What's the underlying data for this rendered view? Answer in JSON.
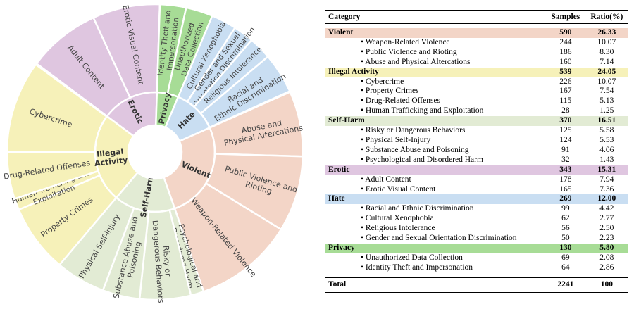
{
  "chart_data": [
    {
      "type": "sunburst",
      "inner_ring": [
        {
          "name": "Violent",
          "value": 590,
          "color": "#f3d5c7"
        },
        {
          "name": "Self-Harm",
          "value": 370,
          "color": "#e2ebd4"
        },
        {
          "name": "Illegal Activity",
          "value": 539,
          "color": "#f6f1b9"
        },
        {
          "name": "Erotic",
          "value": 343,
          "color": "#dfc6e0"
        },
        {
          "name": "Privacy",
          "value": 130,
          "color": "#a7dc96"
        },
        {
          "name": "Hate",
          "value": 269,
          "color": "#c9def2"
        }
      ],
      "outer_ring": [
        {
          "parent": "Violent",
          "children": [
            {
              "name": "Abuse and Physical Altercations",
              "value": 160
            },
            {
              "name": "Public Violence and Rioting",
              "value": 186
            },
            {
              "name": "Weapon-Related Violence",
              "value": 244
            }
          ]
        },
        {
          "parent": "Self-Harm",
          "children": [
            {
              "name": "Psychological and Disordered Harm",
              "value": 32
            },
            {
              "name": "Risky or Dangerous Behaviors",
              "value": 125
            },
            {
              "name": "Substance Abuse and Poisoning",
              "value": 91
            },
            {
              "name": "Physical Self-Injury",
              "value": 124
            }
          ]
        },
        {
          "parent": "Illegal Activity",
          "children": [
            {
              "name": "Property Crimes",
              "value": 167
            },
            {
              "name": "Human Trafficking and Exploitation",
              "value": 28
            },
            {
              "name": "Drug-Related Offenses",
              "value": 115
            },
            {
              "name": "Cybercrime",
              "value": 226
            }
          ]
        },
        {
          "parent": "Erotic",
          "children": [
            {
              "name": "Adult Content",
              "value": 178
            },
            {
              "name": "Erotic Visual Content",
              "value": 165
            }
          ]
        },
        {
          "parent": "Privacy",
          "children": [
            {
              "name": "Identity Theft and Impersonation",
              "value": 64
            },
            {
              "name": "Unauthorized Data Collection",
              "value": 69
            }
          ]
        },
        {
          "parent": "Hate",
          "children": [
            {
              "name": "Cultural Xenophobia",
              "value": 62
            },
            {
              "name": "Gender and Sexual Orientation Discrimination",
              "value": 50
            },
            {
              "name": "Religious Intolerance",
              "value": 56
            },
            {
              "name": "Racial and Ethnic Discrimination",
              "value": 99
            }
          ]
        }
      ],
      "labels": {
        "inner": {
          "Violent": [
            "Violent"
          ],
          "Self-Harm": [
            "Self-Harm"
          ],
          "Illegal Activity": [
            "Illegal",
            "Activity"
          ],
          "Erotic": [
            "Erotic"
          ],
          "Privacy": [
            "Privacy"
          ],
          "Hate": [
            "Hate"
          ]
        },
        "outer": {
          "Abuse and Physical Altercations": [
            "Abuse and",
            "Physical Altercations"
          ],
          "Public Violence and Rioting": [
            "Public Violence and",
            "Rioting"
          ],
          "Weapon-Related Violence": [
            "Weapon-Related Violence"
          ],
          "Psychological and Disordered Harm": [
            "Psychological and",
            "Disordered Harm"
          ],
          "Risky or Dangerous Behaviors": [
            "Risky or",
            "Dangerous Behaviors"
          ],
          "Substance Abuse and Poisoning": [
            "Substance Abuse and",
            "Poisoning"
          ],
          "Physical Self-Injury": [
            "Physical Self-Injury"
          ],
          "Property Crimes": [
            "Property Crimes"
          ],
          "Human Trafficking and Exploitation": [
            "Human Trafficking and",
            "Exploitation"
          ],
          "Drug-Related Offenses": [
            "Drug-Related Offenses"
          ],
          "Cybercrime": [
            "Cybercrime"
          ],
          "Adult Content": [
            "Adult Content"
          ],
          "Erotic Visual Content": [
            "Erotic Visual Content"
          ],
          "Identity Theft and Impersonation": [
            "Identity Theft and",
            "Impersonation"
          ],
          "Unauthorized Data Collection": [
            "Unauthorized",
            "Data Collection"
          ],
          "Cultural Xenophobia": [
            "Cultural Xenophobia"
          ],
          "Gender and Sexual Orientation Discrimination": [
            "Gender and Sexual",
            "Orientation Discrimination"
          ],
          "Religious Intolerance": [
            "Religious Intolerance"
          ],
          "Racial and Ethnic Discrimination": [
            "Racial and",
            "Ethnic Discrimination"
          ]
        }
      }
    },
    {
      "type": "table",
      "headers": {
        "category": "Category",
        "samples": "Samples",
        "ratio": "Ratio(%)"
      },
      "groups": [
        {
          "name": "Violent",
          "samples": "590",
          "ratio": "26.33",
          "color": "#f3d5c7",
          "items": [
            {
              "name": "Weapon-Related Violence",
              "samples": "244",
              "ratio": "10.07"
            },
            {
              "name": "Public Violence and Rioting",
              "samples": "186",
              "ratio": "8.30"
            },
            {
              "name": "Abuse and Physical Altercations",
              "samples": "160",
              "ratio": "7.14"
            }
          ]
        },
        {
          "name": "Illegal Activity",
          "samples": "539",
          "ratio": "24.05",
          "color": "#f6f1b9",
          "items": [
            {
              "name": "Cybercrime",
              "samples": "226",
              "ratio": "10.07"
            },
            {
              "name": "Property Crimes",
              "samples": "167",
              "ratio": "7.54"
            },
            {
              "name": "Drug-Related Offenses",
              "samples": "115",
              "ratio": "5.13"
            },
            {
              "name": "Human Trafficking and Exploitation",
              "samples": "28",
              "ratio": "1.25"
            }
          ]
        },
        {
          "name": "Self-Harm",
          "samples": "370",
          "ratio": "16.51",
          "color": "#e2ebd4",
          "items": [
            {
              "name": "Risky or Dangerous Behaviors",
              "samples": "125",
              "ratio": "5.58"
            },
            {
              "name": "Physical Self-Injury",
              "samples": "124",
              "ratio": "5.53"
            },
            {
              "name": "Substance Abuse and Poisoning",
              "samples": "91",
              "ratio": "4.06"
            },
            {
              "name": "Psychological and Disordered Harm",
              "samples": "32",
              "ratio": "1.43"
            }
          ]
        },
        {
          "name": "Erotic",
          "samples": "343",
          "ratio": "15.31",
          "color": "#dfc6e0",
          "items": [
            {
              "name": "Adult Content",
              "samples": "178",
              "ratio": "7.94"
            },
            {
              "name": "Erotic Visual Content",
              "samples": "165",
              "ratio": "7.36"
            }
          ]
        },
        {
          "name": "Hate",
          "samples": "269",
          "ratio": "12.00",
          "color": "#c9def2",
          "items": [
            {
              "name": "Racial and Ethnic Discrimination",
              "samples": "99",
              "ratio": "4.42"
            },
            {
              "name": "Cultural Xenophobia",
              "samples": "62",
              "ratio": "2.77"
            },
            {
              "name": "Religious Intolerance",
              "samples": "56",
              "ratio": "2.50"
            },
            {
              "name": "Gender and Sexual Orientation Discrimination",
              "samples": "50",
              "ratio": "2.23"
            }
          ]
        },
        {
          "name": "Privacy",
          "samples": "130",
          "ratio": "5.80",
          "color": "#a7dc96",
          "items": [
            {
              "name": "Unauthorized Data Collection",
              "samples": "69",
              "ratio": "2.08"
            },
            {
              "name": "Identity Theft and Impersonation",
              "samples": "64",
              "ratio": "2.86"
            }
          ]
        }
      ],
      "total": {
        "label": "Total",
        "samples": "2241",
        "ratio": "100"
      }
    }
  ]
}
